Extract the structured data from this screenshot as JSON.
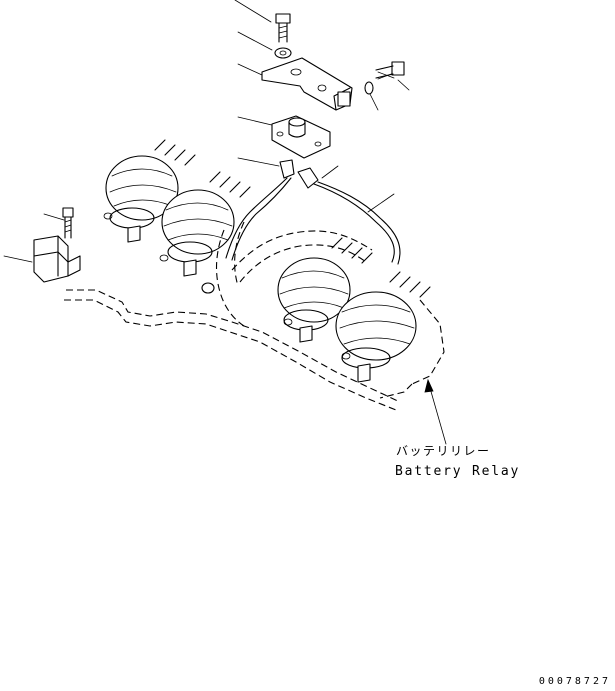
{
  "callout": {
    "label_jp": "バッテリリレー",
    "label_en": "Battery Relay"
  },
  "drawing_number": "00078727",
  "colors": {
    "line": "#000000",
    "background": "#ffffff"
  }
}
